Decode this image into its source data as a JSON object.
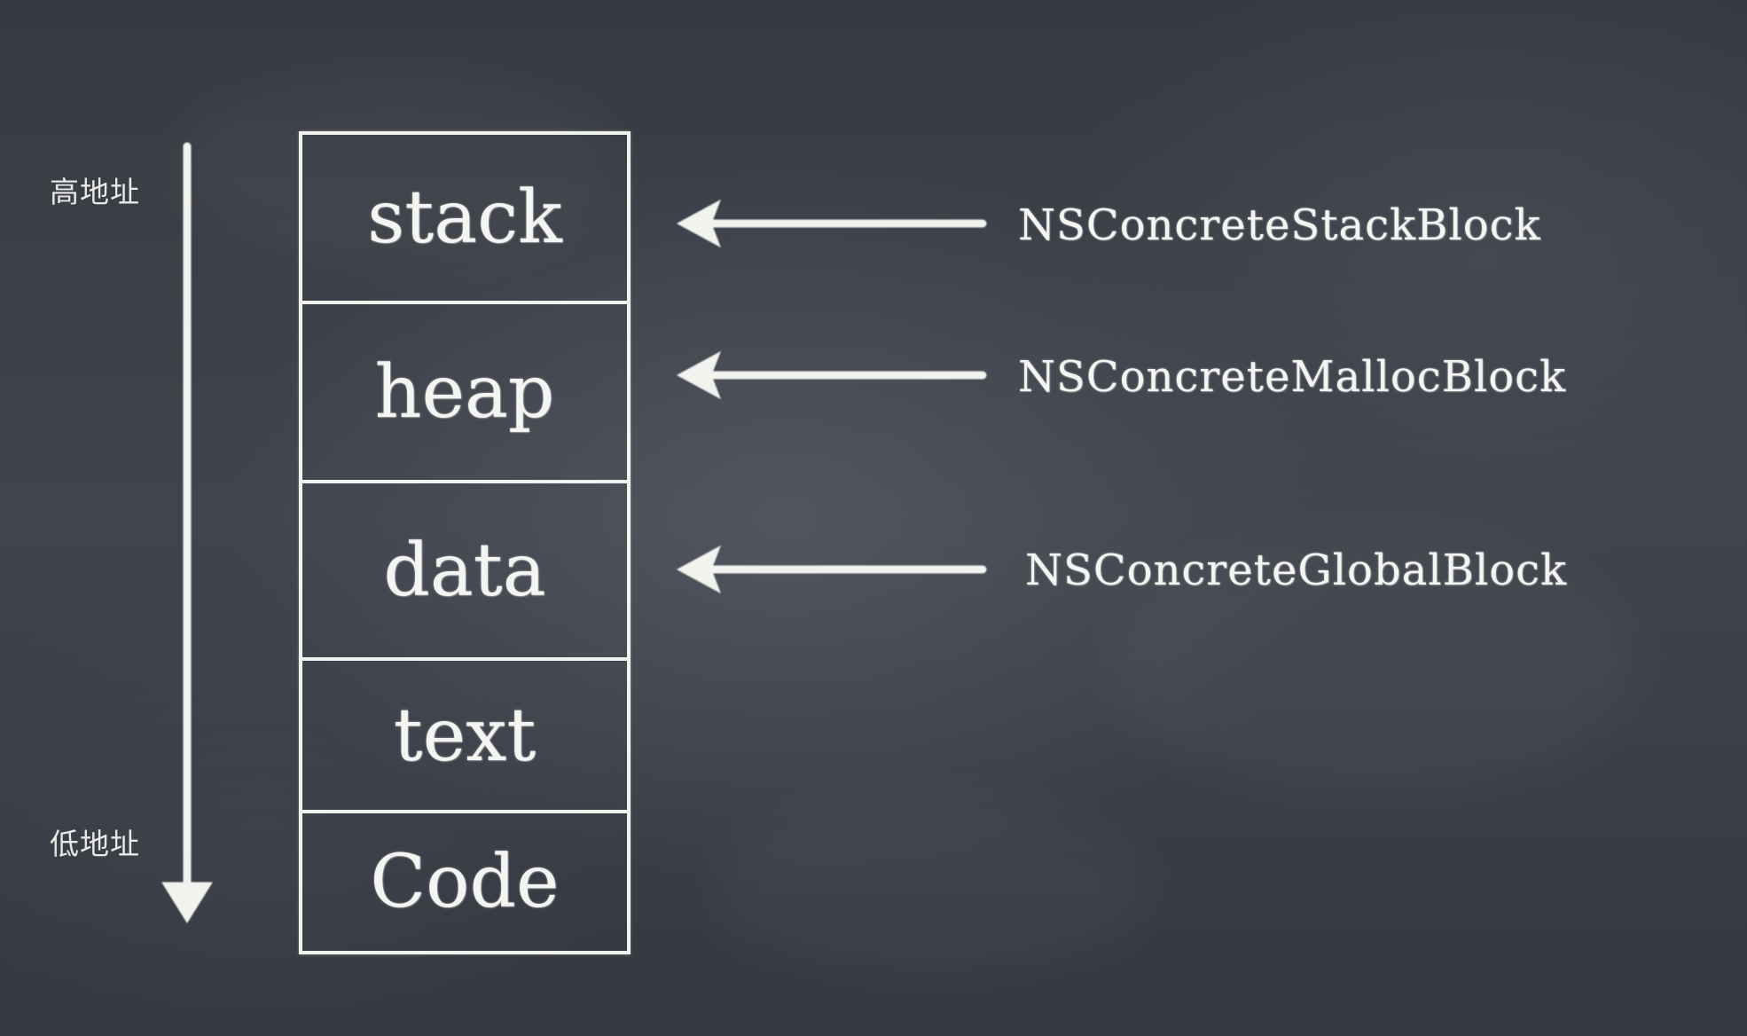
{
  "address_labels": {
    "high": "高地址",
    "low": "低地址"
  },
  "segments": [
    {
      "label": "stack"
    },
    {
      "label": "heap"
    },
    {
      "label": "data"
    },
    {
      "label": "text"
    },
    {
      "label": "Code"
    }
  ],
  "block_types": [
    {
      "label": "NSConcreteStackBlock",
      "points_to": "stack"
    },
    {
      "label": "NSConcreteMallocBlock",
      "points_to": "heap"
    },
    {
      "label": "NSConcreteGlobalBlock",
      "points_to": "data"
    }
  ],
  "colors": {
    "board": "#3b3f46",
    "chalk": "#f4f4f2"
  }
}
